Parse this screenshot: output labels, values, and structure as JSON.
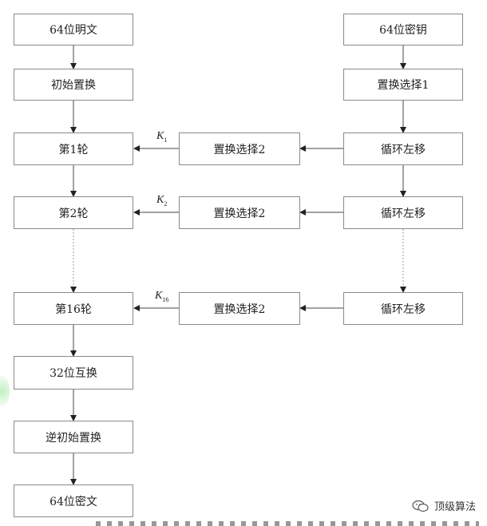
{
  "left_column": {
    "plaintext": "64位明文",
    "initial_perm": "初始置换",
    "round1": "第1轮",
    "round2": "第2轮",
    "round16": "第16轮",
    "swap32": "32位互换",
    "inverse_perm": "逆初始置换",
    "ciphertext": "64位密文"
  },
  "middle_column": {
    "pc2_1": "置换选择2",
    "pc2_2": "置换选择2",
    "pc2_16": "置换选择2"
  },
  "right_column": {
    "key": "64位密钥",
    "pc1": "置换选择1",
    "shift1": "循环左移",
    "shift2": "循环左移",
    "shift16": "循环左移"
  },
  "key_labels": {
    "k1": {
      "letter": "K",
      "sub": "1"
    },
    "k2": {
      "letter": "K",
      "sub": "2"
    },
    "k16": {
      "letter": "K",
      "sub": "16"
    }
  },
  "watermark": {
    "text": "顶级算法",
    "icon": "wechat-icon"
  }
}
